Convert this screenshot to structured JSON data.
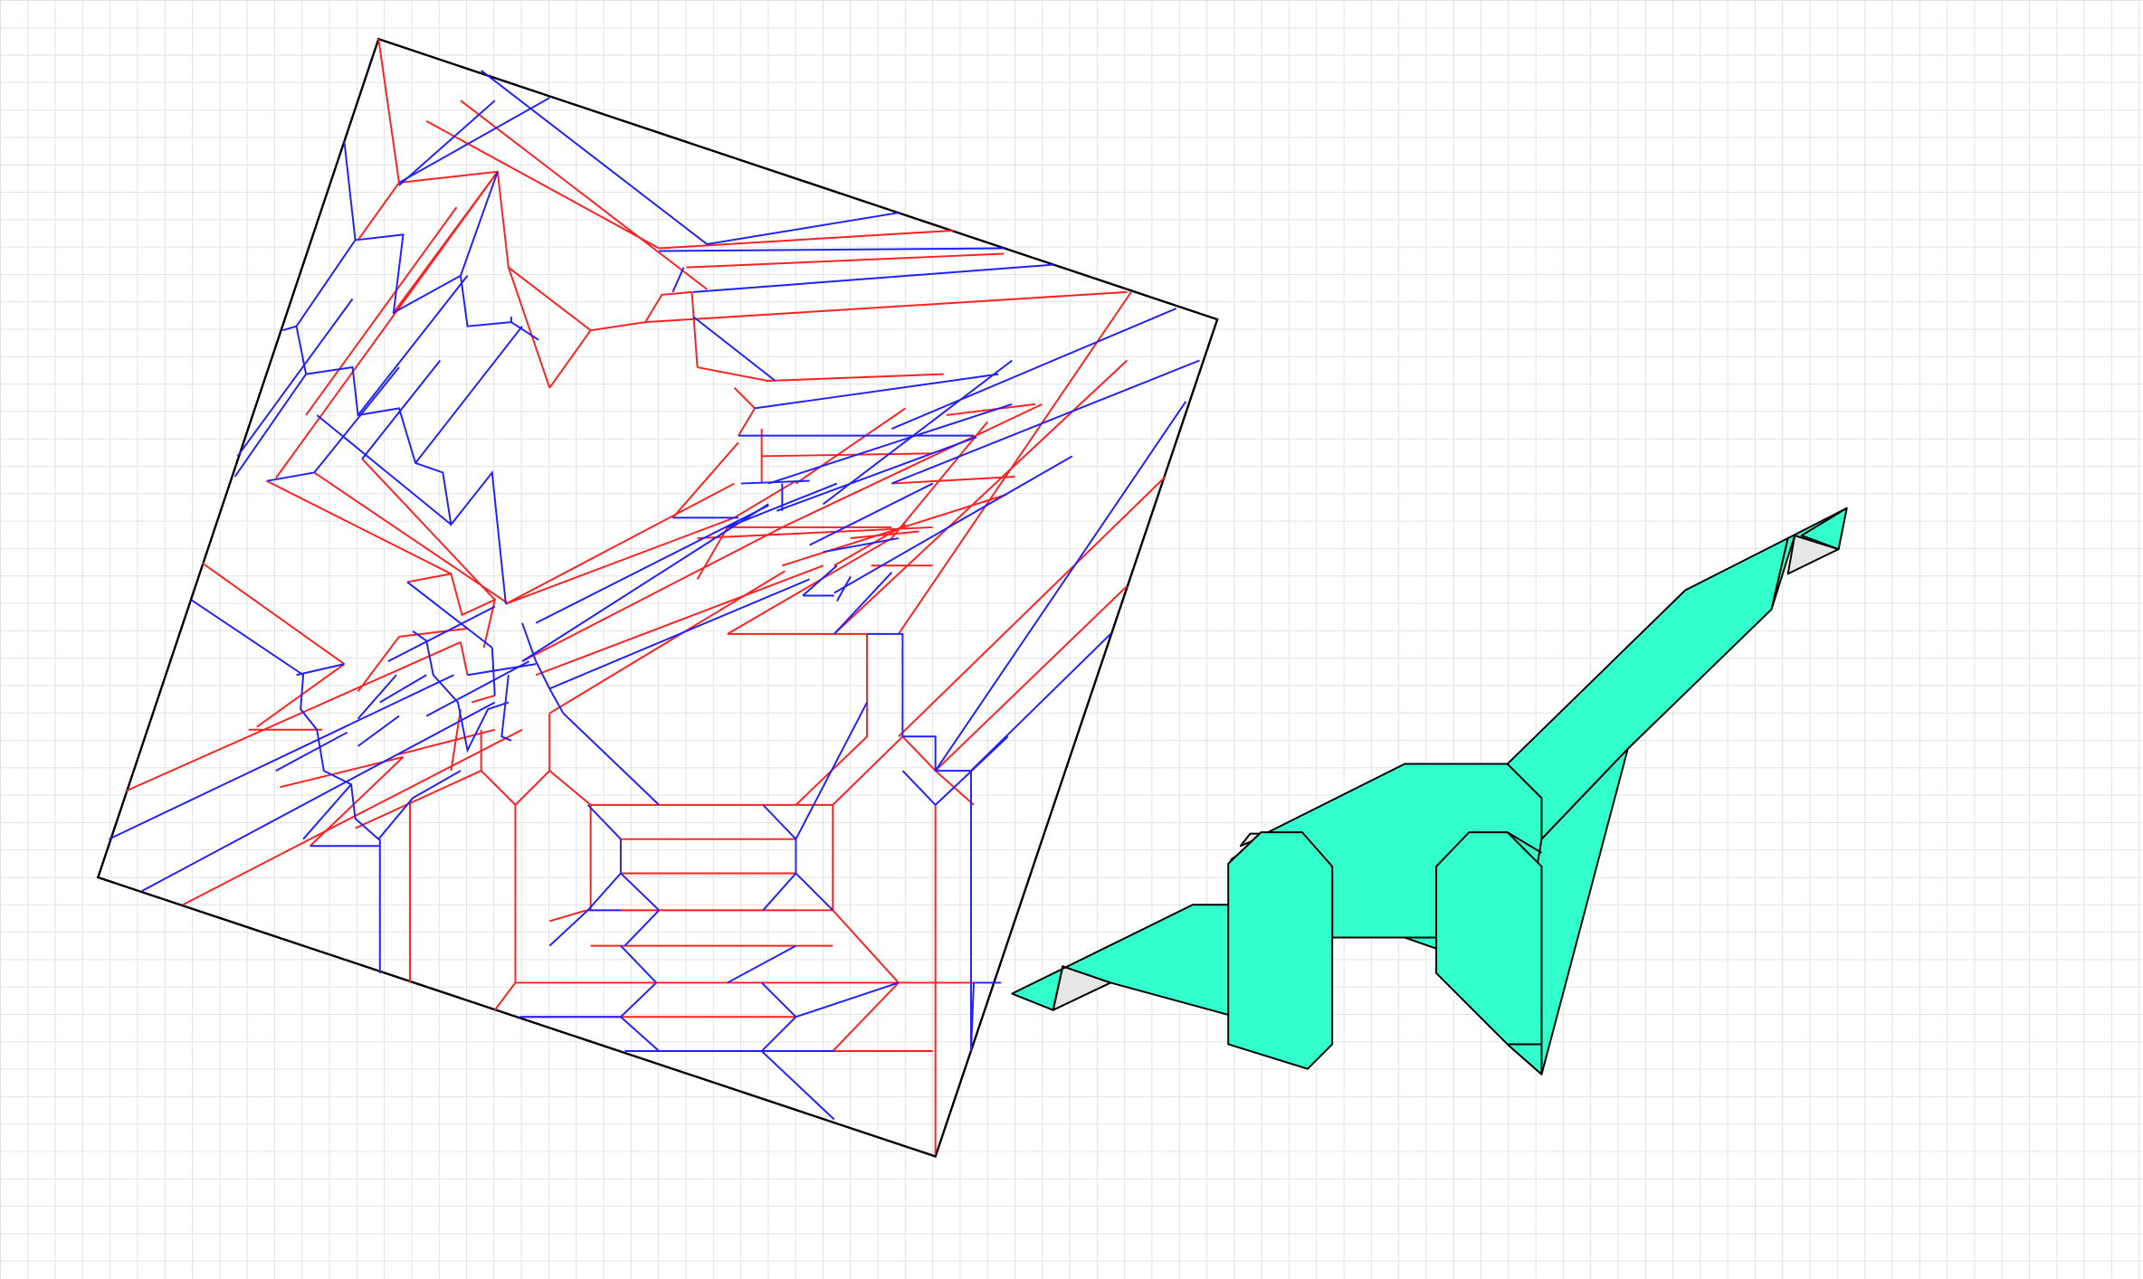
{
  "colors": {
    "background": "#ffffff",
    "grid_line": "#e2e2e2",
    "mountain_fold": "#ff2020",
    "valley_fold": "#2020ff",
    "paper_edge": "#000000",
    "model_front": "#33ffcc",
    "model_back": "#e6e6e6",
    "model_outline": "#000000"
  },
  "crease_pattern": {
    "description_visible": false,
    "line_types": [
      "mountain",
      "valley",
      "edge"
    ]
  },
  "folded_model": {
    "subject": "dinosaur"
  }
}
